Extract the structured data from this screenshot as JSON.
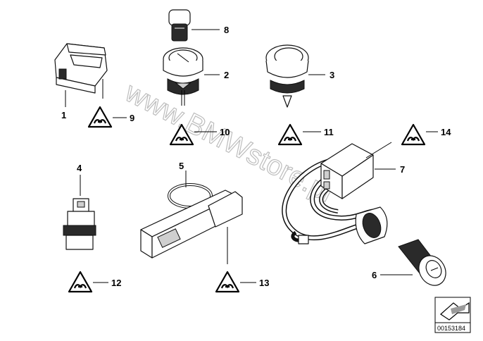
{
  "diagram": {
    "watermark": "www.BMWstore.pl",
    "catalog_number": "00153184",
    "parts": [
      {
        "ref": "1"
      },
      {
        "ref": "2"
      },
      {
        "ref": "3"
      },
      {
        "ref": "4"
      },
      {
        "ref": "5"
      },
      {
        "ref": "6"
      },
      {
        "ref": "7"
      },
      {
        "ref": "8"
      }
    ],
    "warning_symbols": [
      {
        "ref": "9"
      },
      {
        "ref": "10"
      },
      {
        "ref": "11"
      },
      {
        "ref": "12"
      },
      {
        "ref": "13"
      },
      {
        "ref": "14"
      }
    ]
  }
}
